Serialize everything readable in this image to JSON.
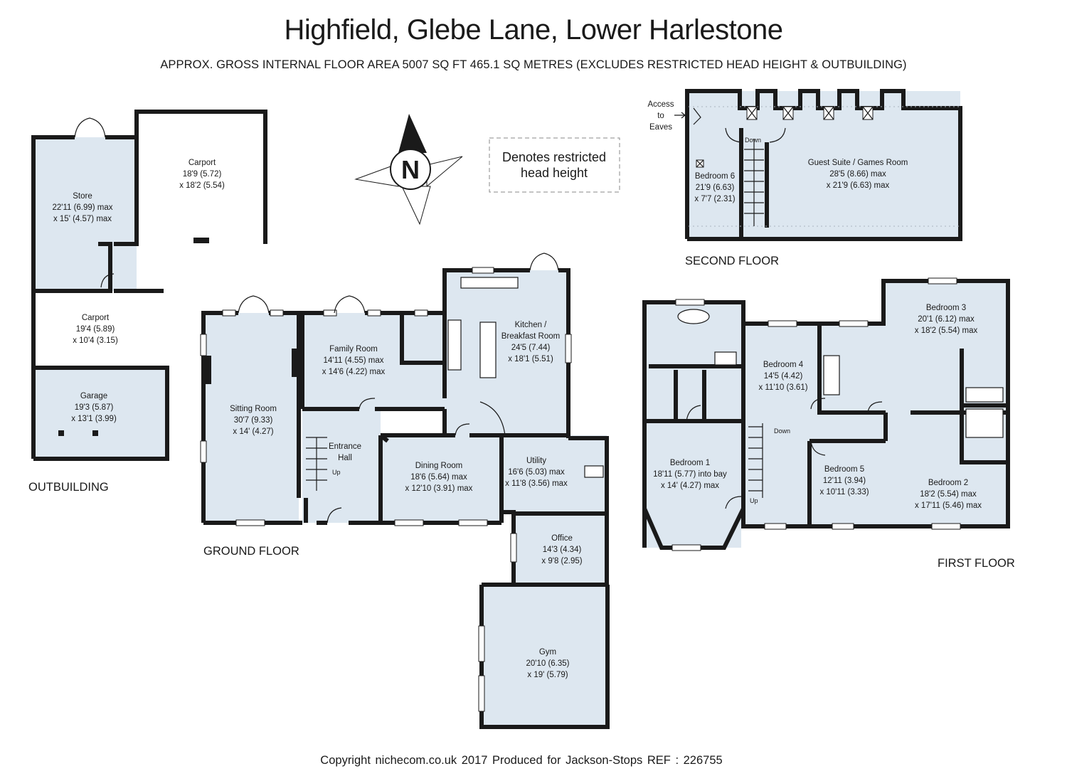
{
  "header": {
    "title": "Highfield, Glebe Lane, Lower Harlestone",
    "subtitle": "APPROX. GROSS INTERNAL FLOOR AREA 5007 SQ FT 465.1 SQ METRES (EXCLUDES RESTRICTED HEAD HEIGHT & OUTBUILDING)"
  },
  "legend": {
    "line1": "Denotes restricted",
    "line2": "head height"
  },
  "compass": {
    "letter": "N"
  },
  "floors": {
    "outbuilding": "OUTBUILDING",
    "ground": "GROUND FLOOR",
    "first": "FIRST FLOOR",
    "second": "SECOND FLOOR"
  },
  "rooms": {
    "store": [
      "Store",
      "22'11 (6.99) max",
      "x 15' (4.57) max"
    ],
    "carport1": [
      "Carport",
      "18'9 (5.72)",
      "x 18'2 (5.54)"
    ],
    "carport2": [
      "Carport",
      "19'4 (5.89)",
      "x 10'4 (3.15)"
    ],
    "garage": [
      "Garage",
      "19'3 (5.87)",
      "x 13'1 (3.99)"
    ],
    "sitting": [
      "Sitting Room",
      "30'7 (9.33)",
      "x 14' (4.27)"
    ],
    "family": [
      "Family Room",
      "14'11 (4.55) max",
      "x 14'6 (4.22) max"
    ],
    "kitchen": [
      "Kitchen /",
      "Breakfast Room",
      "24'5 (7.44)",
      "x 18'1 (5.51)"
    ],
    "hall": [
      "Entrance",
      "Hall"
    ],
    "dining": [
      "Dining Room",
      "18'6 (5.64) max",
      "x 12'10 (3.91) max"
    ],
    "utility": [
      "Utility",
      "16'6 (5.03) max",
      "x 11'8 (3.56) max"
    ],
    "office": [
      "Office",
      "14'3 (4.34)",
      "x 9'8 (2.95)"
    ],
    "gym": [
      "Gym",
      "20'10 (6.35)",
      "x 19' (5.79)"
    ],
    "bed1": [
      "Bedroom 1",
      "18'11 (5.77) into bay",
      "x 14' (4.27) max"
    ],
    "bed2": [
      "Bedroom 2",
      "18'2 (5.54) max",
      "x 17'11 (5.46) max"
    ],
    "bed3": [
      "Bedroom 3",
      "20'1 (6.12) max",
      "x 18'2 (5.54) max"
    ],
    "bed4": [
      "Bedroom 4",
      "14'5 (4.42)",
      "x 11'10 (3.61)"
    ],
    "bed5": [
      "Bedroom 5",
      "12'11 (3.94)",
      "x 10'11 (3.33)"
    ],
    "bed6": [
      "Bedroom 6",
      "21'9 (6.63)",
      "x 7'7 (2.31)"
    ],
    "guest": [
      "Guest Suite / Games Room",
      "28'5 (8.66) max",
      "x 21'9 (6.63) max"
    ]
  },
  "stair_labels": {
    "up_ground": "Up",
    "down_first": "Down",
    "up_first": "Up",
    "down_second": "Down"
  },
  "access": [
    "Access",
    "to",
    "Eaves"
  ],
  "footer": "Copyright nichecom.co.uk 2017    Produced for Jackson-Stops    REF : 226755"
}
